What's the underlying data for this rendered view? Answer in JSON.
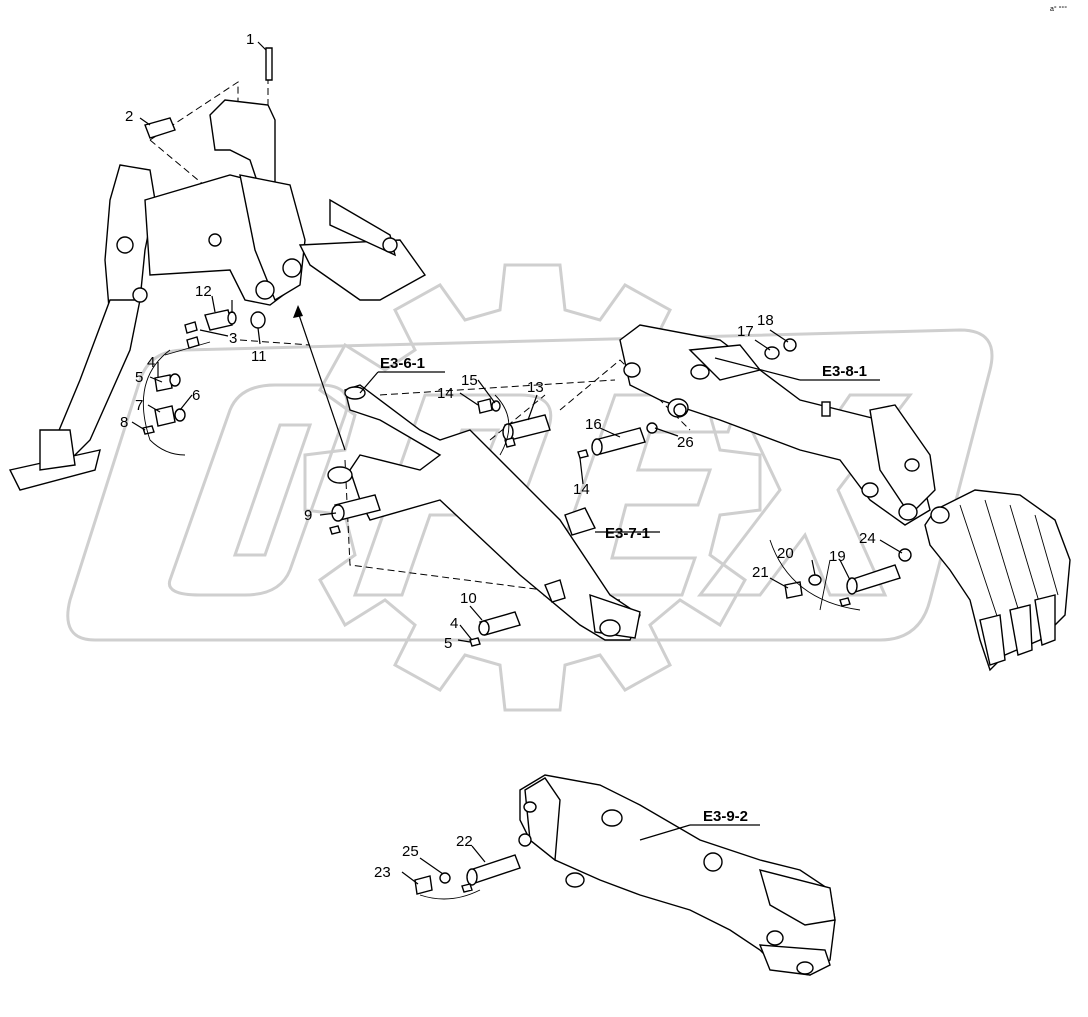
{
  "corner_mark": "a° °°°",
  "watermark": "OPEX",
  "part_callouts": [
    "1",
    "2",
    "3",
    "4",
    "5",
    "6",
    "7",
    "8",
    "9",
    "10",
    "11",
    "12",
    "13",
    "14",
    "15",
    "16",
    "17",
    "18",
    "19",
    "20",
    "21",
    "22",
    "23",
    "24",
    "25",
    "26"
  ],
  "duplicate_callouts": {
    "c4b": "4",
    "c5b": "5",
    "c14b": "14"
  },
  "assembly_refs": {
    "r1": "E3-6-1",
    "r2": "E3-7-1",
    "r3": "E3-8-1",
    "r4": "E3-9-2"
  },
  "icons": [
    "swing-bracket",
    "boom",
    "arm",
    "bucket",
    "pin",
    "bolt",
    "washer",
    "gear-watermark"
  ]
}
